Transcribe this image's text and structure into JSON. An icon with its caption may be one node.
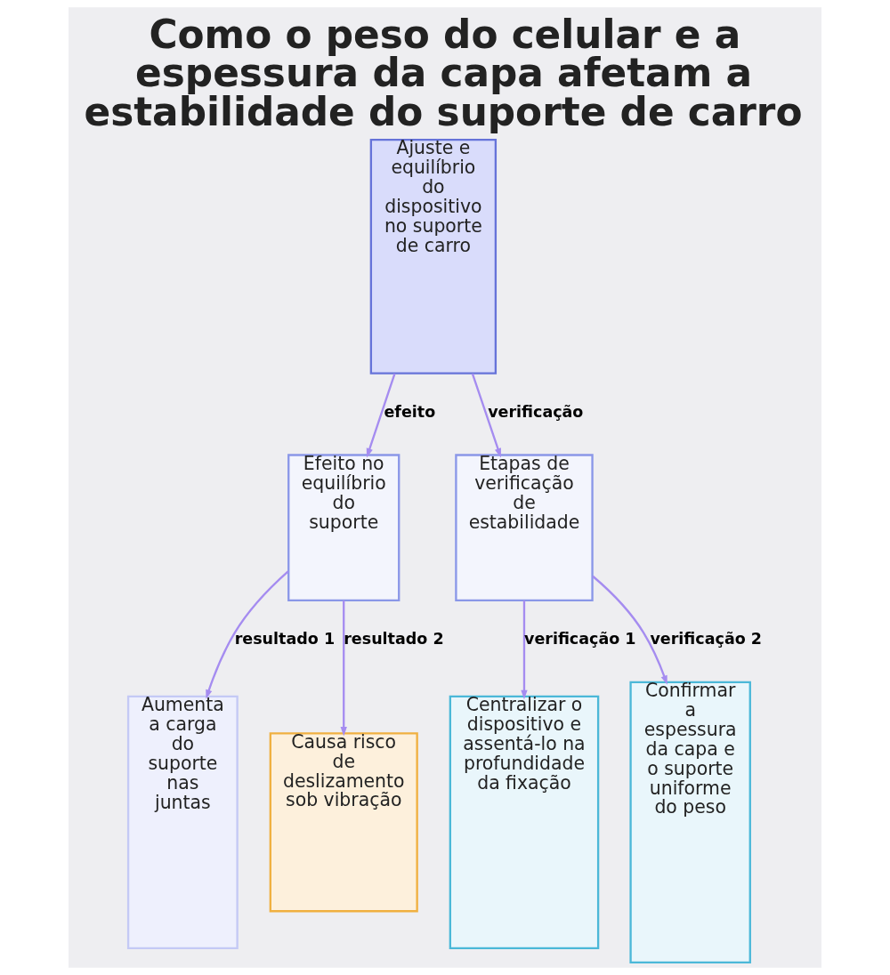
{
  "diagram": {
    "title": "Como o peso do celular e a espessura da capa afetam a estabilidade do suporte de carro",
    "nodes": [
      {
        "text": [
          "Ajuste e equilíbrio do dispositivo no suporte de carro"
        ]
      },
      {
        "text": [
          "Efeito no equilíbrio do suporte"
        ]
      },
      {
        "text": [
          "Etapas de verificação de estabilidade"
        ]
      },
      {
        "text": [
          "Aumenta a carga do suporte nas juntas"
        ]
      },
      {
        "text": [
          "Causa risco de deslizamento sob vibração"
        ]
      },
      {
        "text": [
          "Centralizar o dispositivo e assentá-lo na profundidade da fixação"
        ]
      },
      {
        "text": [
          "Confirmar a espessura da capa e o suporte uniforme do peso"
        ]
      }
    ],
    "edges": [
      {
        "from": 0,
        "to": 1,
        "arrow": "to",
        "label": "efeito"
      },
      {
        "from": 0,
        "to": 2,
        "arrow": "to",
        "label": "verificação"
      },
      {
        "from": 1,
        "to": 3,
        "arrow": "to",
        "label": "resultado 1"
      },
      {
        "from": 1,
        "to": 4,
        "arrow": "to",
        "label": "resultado 2"
      },
      {
        "from": 2,
        "to": 5,
        "arrow": "to",
        "label": "verificação 1"
      },
      {
        "from": 2,
        "to": 6,
        "arrow": "to",
        "label": "verificação 2"
      }
    ]
  }
}
